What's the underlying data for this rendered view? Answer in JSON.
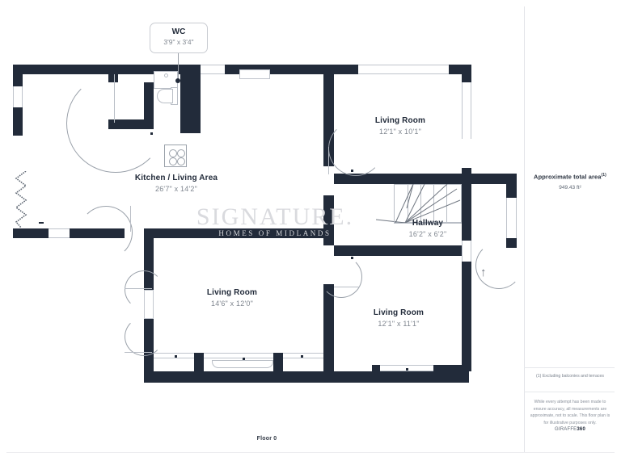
{
  "document": {
    "floor_caption": "Floor 0",
    "watermark_line1": "SIGNATURE.",
    "watermark_line2": "HOMES OF MIDLANDS"
  },
  "panel": {
    "area_title": "Approximate total area",
    "area_footnote_marker": "(1)",
    "area_value": "949.43 ft²",
    "footnote": "(1) Excluding balconies and terraces",
    "disclaimer": "While every attempt has been made to ensure accuracy, all measurements are approximate, not to scale. This floor plan is for illustrative purposes only.",
    "brand_prefix": "GIRAFFE",
    "brand_suffix": "360"
  },
  "rooms": [
    {
      "id": "wc",
      "name": "WC",
      "dimensions": "3'9\" x 3'4\""
    },
    {
      "id": "kitchen",
      "name": "Kitchen / Living Area",
      "dimensions": "26'7\" x 14'2\""
    },
    {
      "id": "living-top",
      "name": "Living Room",
      "dimensions": "12'1\" x 10'1\""
    },
    {
      "id": "hallway",
      "name": "Hallway",
      "dimensions": "16'2\" x 6'2\""
    },
    {
      "id": "living-left",
      "name": "Living Room",
      "dimensions": "14'6\" x 12'0\""
    },
    {
      "id": "living-bottom",
      "name": "Living Room",
      "dimensions": "12'1\" x 11'1\""
    }
  ],
  "colors": {
    "wall": "#222b3a",
    "label": "#222b3a",
    "dimension": "#7f868f",
    "panel_rule": "#e2e4e8",
    "watermark": "#d9dade"
  }
}
